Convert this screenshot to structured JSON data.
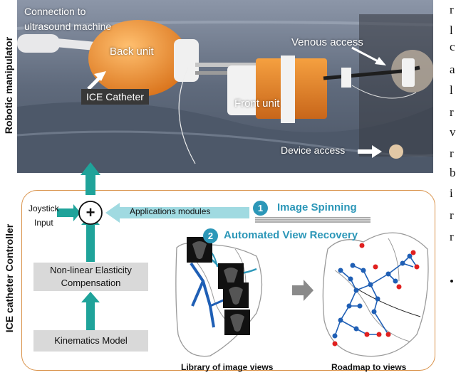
{
  "side_labels": {
    "top": "Robotic manipulator",
    "bottom": "ICE catheter Controller"
  },
  "photo": {
    "connection_line1": "Connection to",
    "connection_line2": "ultrasound machine",
    "back_unit": "Back unit",
    "ice_catheter": "ICE Catheter",
    "front_unit": "Front unit",
    "venous_access": "Venous access",
    "device_access": "Device access"
  },
  "controller": {
    "joystick_line1": "Joystick",
    "joystick_line2": "Input",
    "summing_symbol": "+",
    "applications": "Applications modules",
    "feature1_number": "1",
    "feature1": "Image Spinning",
    "feature2_number": "2",
    "feature2": "Automated View Recovery",
    "nonlinear_line1": "Non-linear Elasticity",
    "nonlinear_line2": "Compensation",
    "kinematics": "Kinematics Model",
    "caption_library": "Library of image views",
    "caption_roadmap": "Roadmap to views"
  },
  "right_margin_letters": [
    "r",
    "l",
    "c",
    "a",
    "l",
    "r",
    "v",
    "r",
    "b",
    "i",
    "r",
    "r",
    "•"
  ],
  "colors": {
    "accent_teal": "#2c97b8",
    "arrow_teal": "#1fa39a",
    "panel_border": "#d9924a",
    "box_gray": "#d9d9d9",
    "orange_unit": "#e8862a",
    "vessel_blue": "#1f5fb5",
    "node_red": "#e0201f"
  }
}
